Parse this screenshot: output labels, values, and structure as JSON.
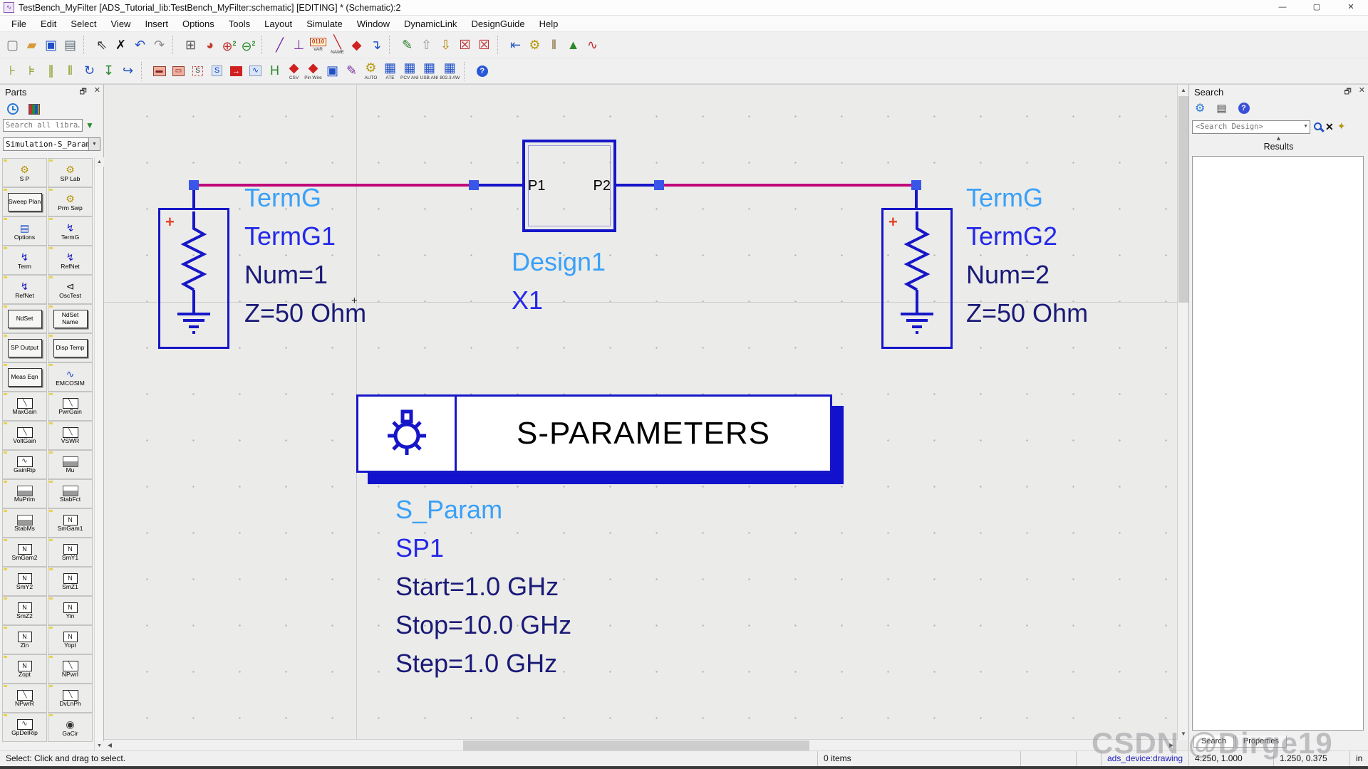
{
  "window": {
    "title": "TestBench_MyFilter [ADS_Tutorial_lib:TestBench_MyFilter:schematic] [EDITING] * (Schematic):2",
    "minimize": "—",
    "maximize": "▢",
    "close": "✕"
  },
  "menu": [
    "File",
    "Edit",
    "Select",
    "View",
    "Insert",
    "Options",
    "Tools",
    "Layout",
    "Simulate",
    "Window",
    "DynamicLink",
    "DesignGuide",
    "Help"
  ],
  "toolbar_row1": [
    {
      "name": "new-design",
      "glyph": "▢",
      "color": "#7a7a7a"
    },
    {
      "name": "open-design",
      "glyph": "▰",
      "color": "#d79a3a"
    },
    {
      "name": "save-design",
      "glyph": "▣",
      "color": "#2050c8"
    },
    {
      "name": "print",
      "glyph": "▤",
      "color": "#5a6b7a"
    },
    {
      "sep": true
    },
    {
      "name": "select-pointer",
      "glyph": "⇖",
      "color": "#333333"
    },
    {
      "name": "delete-item",
      "glyph": "✗",
      "color": "#111111"
    },
    {
      "name": "undo",
      "glyph": "↶",
      "color": "#2050c8"
    },
    {
      "name": "redo",
      "glyph": "↷",
      "color": "#8a8a8a"
    },
    {
      "sep": true
    },
    {
      "name": "view-all",
      "glyph": "⊞",
      "color": "#555555"
    },
    {
      "name": "zoom-area",
      "glyph": "◕",
      "color": "#c03a2a"
    },
    {
      "name": "zoom-in-x2",
      "glyph": "⊕",
      "color": "#c03030",
      "sub": "2"
    },
    {
      "name": "zoom-out-x2",
      "glyph": "⊖",
      "color": "#2a8a2a",
      "sub": "2"
    },
    {
      "sep": true
    },
    {
      "name": "insert-wire",
      "glyph": "╱",
      "color": "#7a2ca0"
    },
    {
      "name": "insert-ground",
      "glyph": "⊥",
      "color": "#7a2ca0"
    },
    {
      "name": "insert-var",
      "style": "badge",
      "glyph": "0110",
      "label": "VAR"
    },
    {
      "name": "wire-label",
      "glyph": "╲",
      "color": "#c03030",
      "label": "NAME"
    },
    {
      "name": "insert-pin",
      "glyph": "◆",
      "color": "#d02020"
    },
    {
      "name": "push-into-hierarchy",
      "glyph": "↴",
      "color": "#2050c8"
    },
    {
      "sep": true
    },
    {
      "name": "simulate",
      "glyph": "✎",
      "color": "#2a7a2a"
    },
    {
      "name": "stop-simulation",
      "glyph": "⇧",
      "color": "#9a9a9a"
    },
    {
      "name": "simulation-setup",
      "glyph": "⇩",
      "color": "#b8860b"
    },
    {
      "name": "deactivate-component",
      "glyph": "☒",
      "color": "#c02020"
    },
    {
      "name": "deactivate-restore",
      "glyph": "☒",
      "color": "#c02020"
    },
    {
      "sep": true
    },
    {
      "name": "back-annotate",
      "glyph": "⇤",
      "color": "#3060c8"
    },
    {
      "name": "tune-parameters",
      "glyph": "⚙",
      "color": "#b8960c"
    },
    {
      "name": "probe",
      "glyph": "‖",
      "color": "#8a6a3a"
    },
    {
      "name": "data-display",
      "glyph": "▲",
      "color": "#2a8a2a"
    },
    {
      "name": "plot-traces",
      "glyph": "∿",
      "color": "#c03030"
    }
  ],
  "toolbar_row2": [
    {
      "name": "port-left",
      "glyph": "⊦",
      "color": "#8a9a20"
    },
    {
      "name": "port-right",
      "glyph": "⊧",
      "color": "#8a9a20"
    },
    {
      "name": "port-pair",
      "glyph": "∥",
      "color": "#8a9a20"
    },
    {
      "name": "port-multi",
      "glyph": "ǁ",
      "color": "#8a9a20"
    },
    {
      "name": "rotate-item",
      "glyph": "↻",
      "color": "#2050c8"
    },
    {
      "name": "paste-component",
      "glyph": "↧",
      "color": "#2a8a2a"
    },
    {
      "name": "push-pop-reference",
      "glyph": "↪",
      "color": "#2050c8"
    },
    {
      "sep": true
    },
    {
      "name": "microstrip-line-a",
      "style": "chip",
      "glyph": "▬"
    },
    {
      "name": "microstrip-line-b",
      "style": "chip",
      "glyph": "▭"
    },
    {
      "name": "s-block",
      "style": "dotted",
      "glyph": "S"
    },
    {
      "name": "s-matrix-check",
      "style": "grid",
      "glyph": "S"
    },
    {
      "name": "export-data",
      "style": "redbox",
      "glyph": "→"
    },
    {
      "name": "spectrum-view",
      "style": "grid",
      "glyph": "∿"
    },
    {
      "name": "h-parameters",
      "glyph": "H",
      "color": "#2a8a2a"
    },
    {
      "name": "csv-export",
      "glyph": "◆",
      "color": "#d02020",
      "label": "CSV"
    },
    {
      "name": "pin-wire",
      "glyph": "◆",
      "color": "#d02020",
      "label": "Pin Wire"
    },
    {
      "name": "display-window",
      "glyph": "▣",
      "color": "#2050c8"
    },
    {
      "name": "polygon-edit",
      "glyph": "✎",
      "color": "#7a2ca0"
    },
    {
      "name": "auto-place",
      "glyph": "⚙",
      "color": "#b8960c",
      "label": "AUTO"
    },
    {
      "name": "ate-toolkit",
      "glyph": "▦",
      "color": "#2050c8",
      "label": "ATE"
    },
    {
      "name": "pcv-ani-toolkit",
      "glyph": "▦",
      "color": "#2050c8",
      "label": "PCV ANI"
    },
    {
      "name": "usb-ani-toolkit",
      "glyph": "▦",
      "color": "#2050c8",
      "label": "USB ANI"
    },
    {
      "name": "ieee8023-toolkit",
      "glyph": "▦",
      "color": "#2050c8",
      "label": "802.3 AW"
    },
    {
      "sep": true
    },
    {
      "name": "help",
      "style": "circle",
      "glyph": "?"
    }
  ],
  "parts_panel": {
    "title": "Parts",
    "search_placeholder": "Search all libra…",
    "category": "Simulation-S_Param",
    "parts": [
      {
        "label": "S P",
        "kind": "icon",
        "icon": "gear"
      },
      {
        "label": "SP Lab",
        "kind": "icon",
        "icon": "gear"
      },
      {
        "label": "Sweep Plan",
        "kind": "txt",
        "txt": "Sweep Plan"
      },
      {
        "label": "Prm Swp",
        "kind": "icon",
        "icon": "gear"
      },
      {
        "label": "Options",
        "kind": "icon",
        "icon": "win"
      },
      {
        "label": "TermG",
        "kind": "icon",
        "icon": "term"
      },
      {
        "label": "Term",
        "kind": "icon",
        "icon": "term"
      },
      {
        "label": "RefNet",
        "kind": "icon",
        "icon": "term"
      },
      {
        "label": "RefNet",
        "kind": "icon",
        "icon": "term"
      },
      {
        "label": "OscTest",
        "kind": "icon",
        "icon": "osc"
      },
      {
        "label": "NdSet",
        "kind": "txt",
        "txt": "NdSet"
      },
      {
        "label": "NdSet Name",
        "kind": "txt",
        "txt": "NdSet Name"
      },
      {
        "label": "SP Output",
        "kind": "txt",
        "txt": "SP Output"
      },
      {
        "label": "Disp Temp",
        "kind": "txt",
        "txt": "Disp Temp"
      },
      {
        "label": "Meas Eqn",
        "kind": "txt",
        "txt": "Meas Eqn"
      },
      {
        "label": "EMCOSIM",
        "kind": "icon",
        "icon": "wave"
      },
      {
        "label": "MaxGain",
        "kind": "icon",
        "icon": "chart"
      },
      {
        "label": "PwrGain",
        "kind": "icon",
        "icon": "chart"
      },
      {
        "label": "VoltGain",
        "kind": "icon",
        "icon": "chart"
      },
      {
        "label": "VSWR",
        "kind": "icon",
        "icon": "chart"
      },
      {
        "label": "GainRip",
        "kind": "icon",
        "icon": "chart2"
      },
      {
        "label": "Mu",
        "kind": "icon",
        "icon": "mount"
      },
      {
        "label": "MuPrim",
        "kind": "icon",
        "icon": "mount"
      },
      {
        "label": "StabFct",
        "kind": "icon",
        "icon": "mount"
      },
      {
        "label": "StabMs",
        "kind": "icon",
        "icon": "mount"
      },
      {
        "label": "SmGam1",
        "kind": "icon",
        "icon": "nbox"
      },
      {
        "label": "SmGam2",
        "kind": "icon",
        "icon": "nbox"
      },
      {
        "label": "SmY1",
        "kind": "icon",
        "icon": "nbox"
      },
      {
        "label": "SmY2",
        "kind": "icon",
        "icon": "nbox"
      },
      {
        "label": "SmZ1",
        "kind": "icon",
        "icon": "nbox"
      },
      {
        "label": "SmZ2",
        "kind": "icon",
        "icon": "nbox"
      },
      {
        "label": "Yin",
        "kind": "icon",
        "icon": "nbox"
      },
      {
        "label": "Zin",
        "kind": "icon",
        "icon": "nbox"
      },
      {
        "label": "Yopt",
        "kind": "icon",
        "icon": "nbox"
      },
      {
        "label": "Zopt",
        "kind": "icon",
        "icon": "nbox"
      },
      {
        "label": "NPwrI",
        "kind": "icon",
        "icon": "chart"
      },
      {
        "label": "NPwrR",
        "kind": "icon",
        "icon": "chart"
      },
      {
        "label": "DvLnPh",
        "kind": "icon",
        "icon": "chart"
      },
      {
        "label": "GpDelRip",
        "kind": "icon",
        "icon": "chart2"
      },
      {
        "label": "GaCir",
        "kind": "icon",
        "icon": "circ"
      }
    ]
  },
  "schematic": {
    "term1": {
      "type_label": "TermG",
      "name": "TermG1",
      "params": [
        "Num=1",
        "Z=50 Ohm"
      ]
    },
    "term2": {
      "type_label": "TermG",
      "name": "TermG2",
      "params": [
        "Num=2",
        "Z=50 Ohm"
      ]
    },
    "subcircuit": {
      "pin_left": "P1",
      "pin_right": "P2",
      "type_label": "Design1",
      "name": "X1"
    },
    "sparam_block": {
      "title": "S-PARAMETERS"
    },
    "sparam_ctrl": {
      "type_label": "S_Param",
      "name": "SP1",
      "params": [
        "Start=1.0 GHz",
        "Stop=10.0 GHz",
        "Step=1.0 GHz"
      ]
    }
  },
  "search_panel": {
    "title": "Search",
    "placeholder": "<Search Design>",
    "results_label": "Results",
    "tabs": [
      "Search",
      "Properties"
    ]
  },
  "status_bar": {
    "message": "Select: Click and drag to select.",
    "items_count": "0 items",
    "layer": "ads_device:drawing",
    "coord1": "4.250, 1.000",
    "coord2": "1.250, 0.375",
    "units": "in"
  },
  "watermark": "CSDN @Dirge19",
  "colors": {
    "wire_magenta": "#c0087a",
    "schematic_blue": "#1616c8",
    "label_cyan": "#3aa0f8",
    "label_blue": "#2428e8",
    "label_navy": "#1a1a78",
    "pin_square": "#3a56e8",
    "shadow_blue": "#1212cc"
  }
}
